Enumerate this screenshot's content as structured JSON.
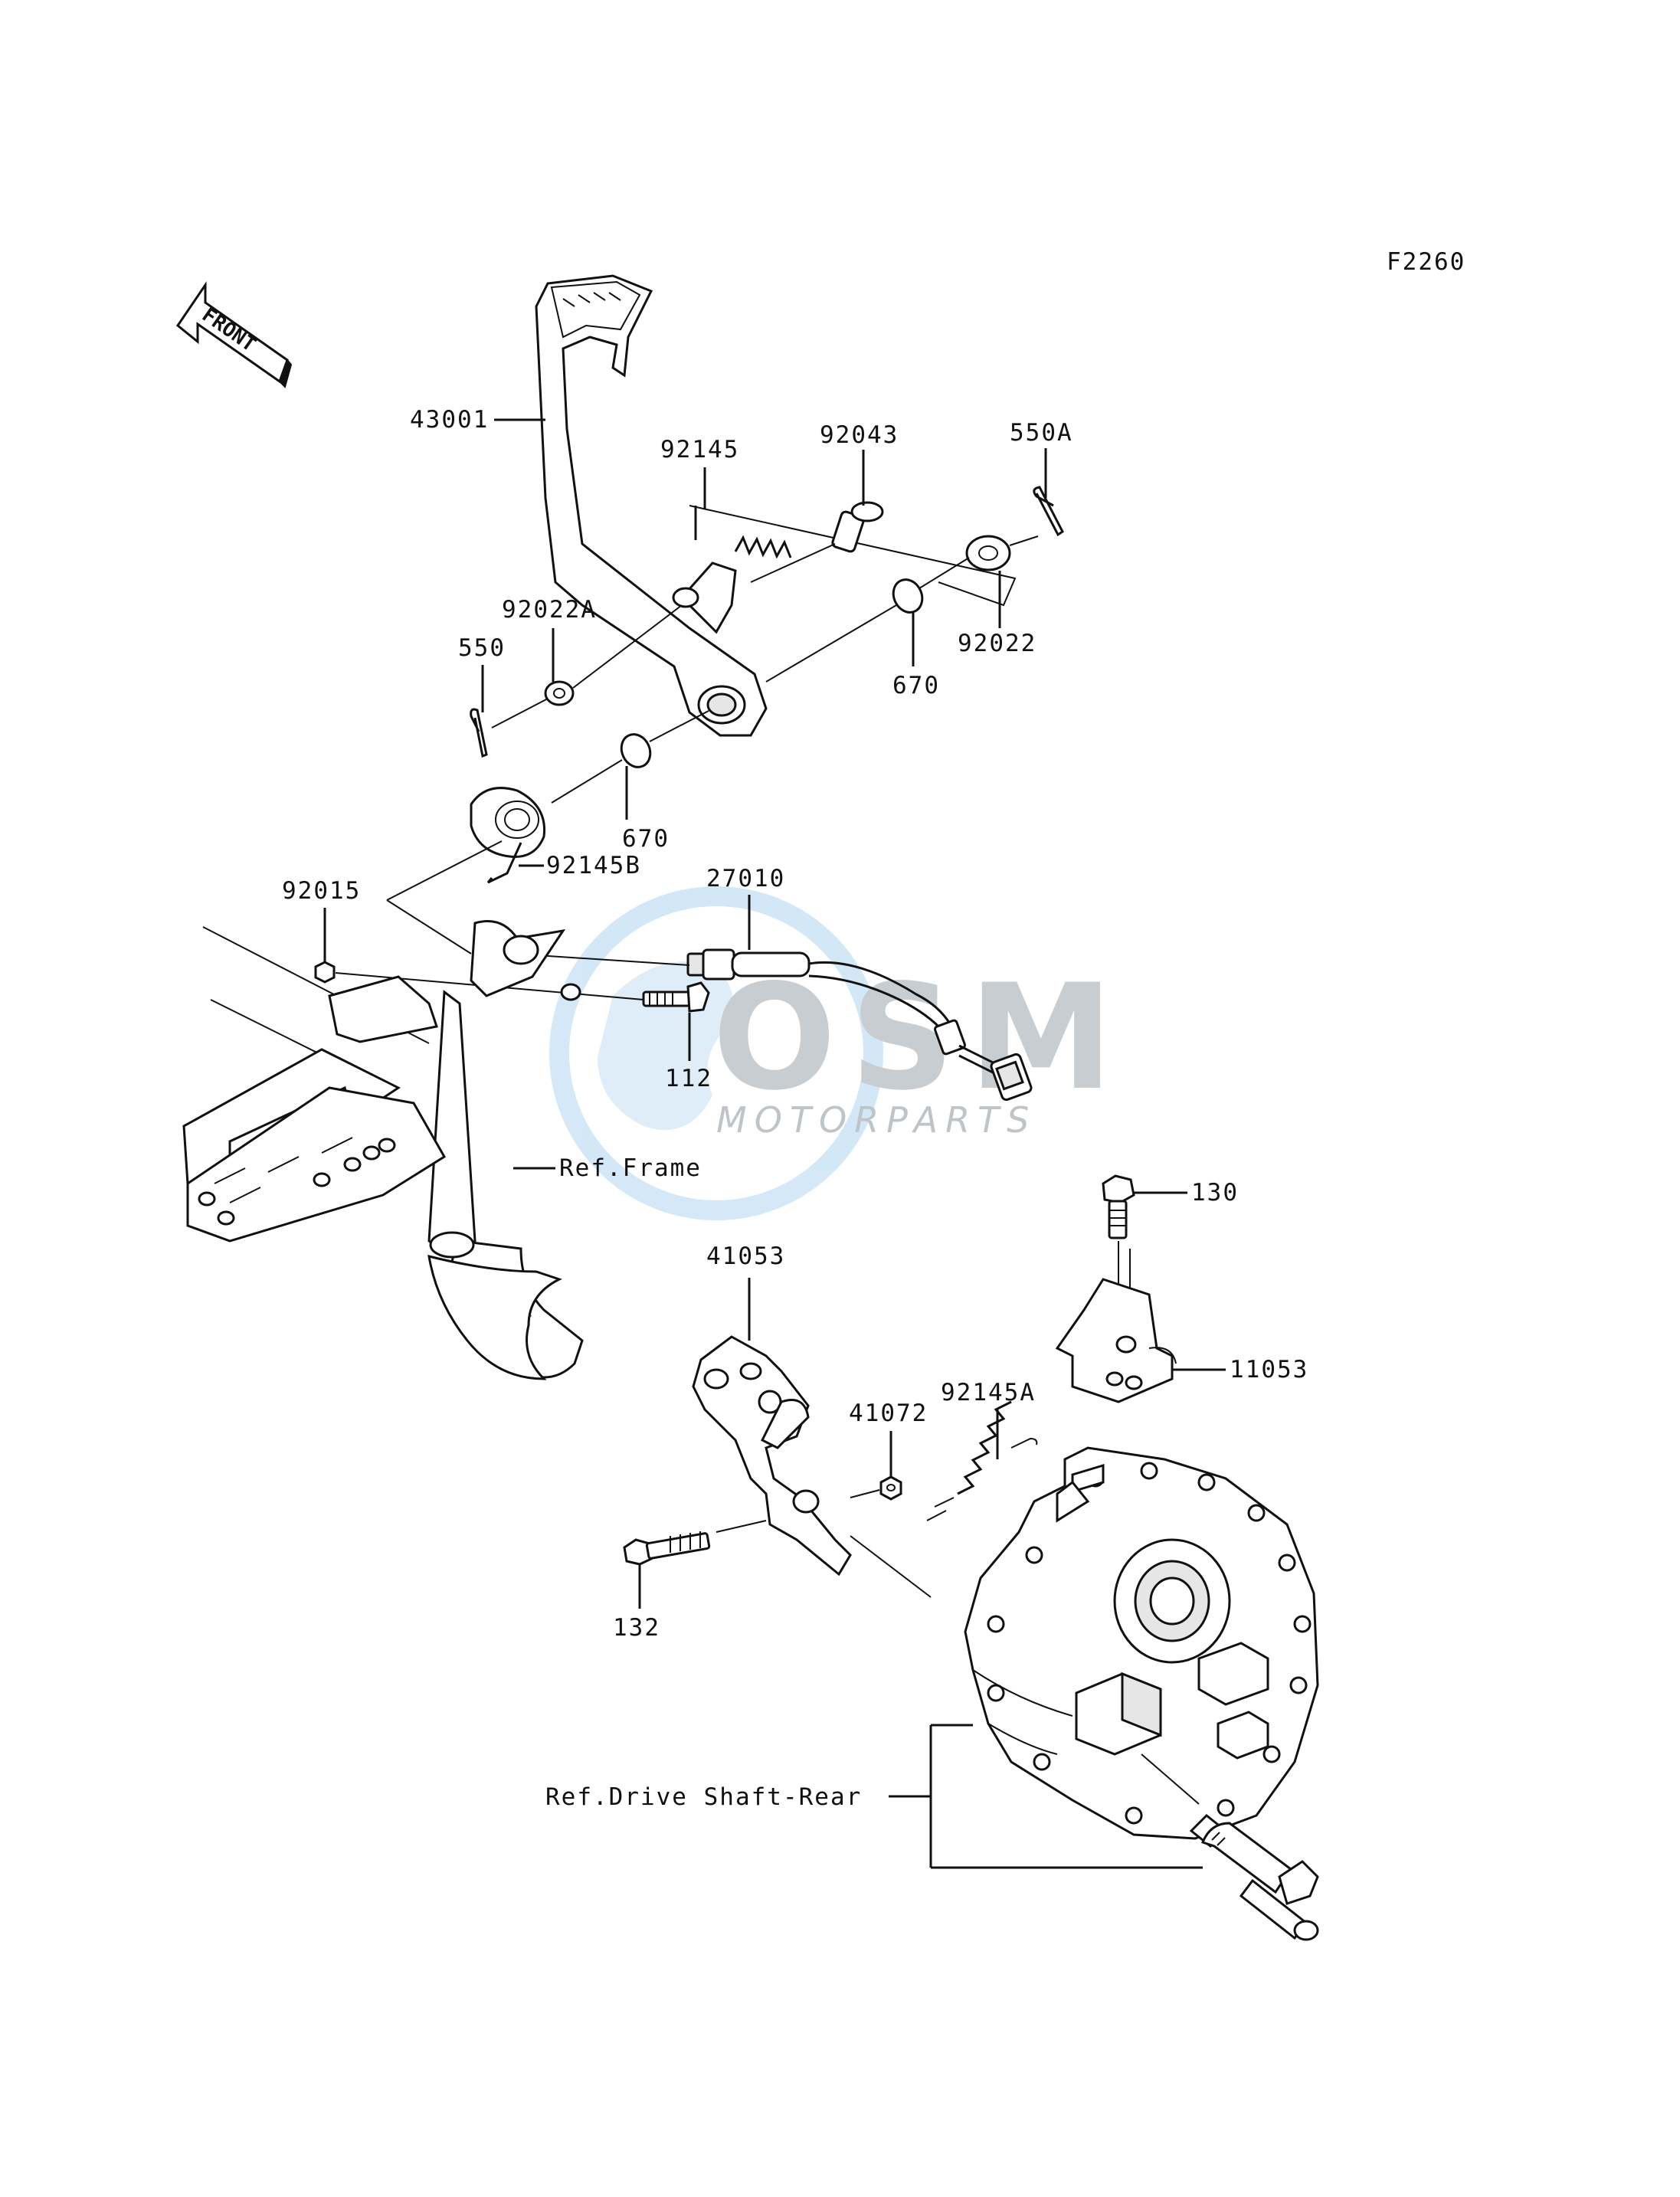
{
  "figure_code": "F2260",
  "front_arrow_label": "FRONT",
  "watermark": {
    "brand": "OSM",
    "subtitle": "MOTORPARTS",
    "colors": {
      "globe": "#cfe6f7",
      "text": "#b9bec4"
    }
  },
  "part_labels": {
    "p43001": "43001",
    "p92145": "92145",
    "p92043": "92043",
    "p550A": "550A",
    "p92022A": "92022A",
    "p550": "550",
    "p92022": "92022",
    "p670_upper": "670",
    "p670_lower": "670",
    "p92145B": "92145B",
    "p27010": "27010",
    "p92015": "92015",
    "p112": "112",
    "p130": "130",
    "p41053": "41053",
    "p11053": "11053",
    "p92145A": "92145A",
    "p41072": "41072",
    "p132": "132"
  },
  "reference_labels": {
    "frame": "Ref.Frame",
    "drive_shaft_rear": "Ref.Drive Shaft-Rear"
  }
}
